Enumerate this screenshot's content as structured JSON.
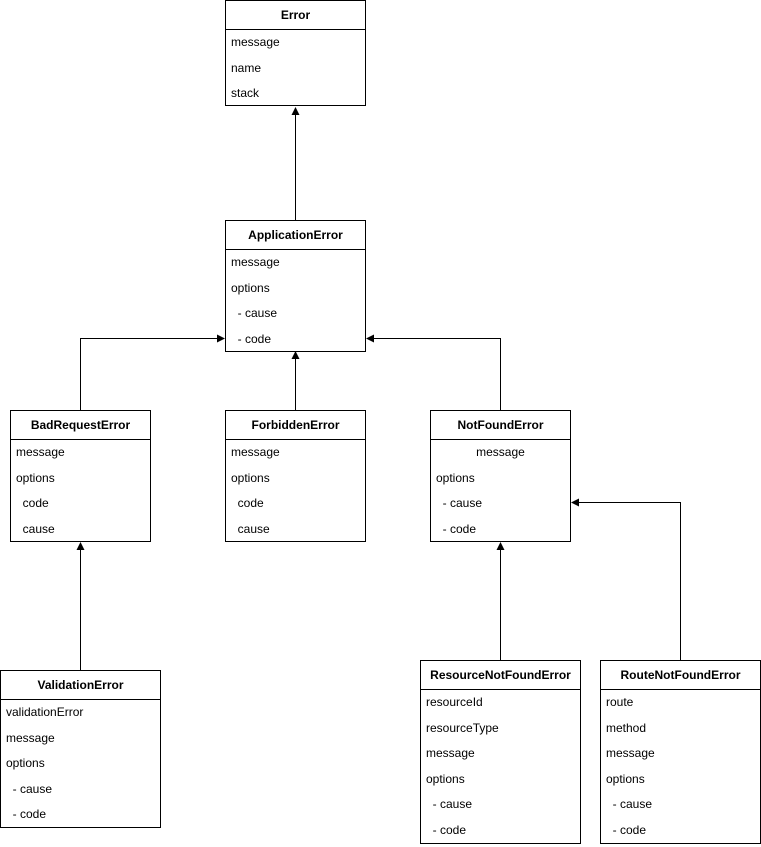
{
  "classes": {
    "error": {
      "name": "Error",
      "attrs": [
        "message",
        "name",
        "stack"
      ]
    },
    "application_error": {
      "name": "ApplicationError",
      "attrs": [
        "message",
        "options",
        "  - cause",
        "  - code"
      ]
    },
    "bad_request_error": {
      "name": "BadRequestError",
      "attrs": [
        "message",
        "options",
        "  code",
        "  cause"
      ]
    },
    "forbidden_error": {
      "name": "ForbiddenError",
      "attrs": [
        "message",
        "options",
        "  code",
        "  cause"
      ]
    },
    "not_found_error": {
      "name": "NotFoundError",
      "attrs": [
        "message",
        "options",
        "  - cause",
        "  - code"
      ]
    },
    "validation_error": {
      "name": "ValidationError",
      "attrs": [
        "validationError",
        "message",
        "options",
        "  - cause",
        "  - code"
      ]
    },
    "resource_not_found_error": {
      "name": "ResourceNotFoundError",
      "attrs": [
        "resourceId",
        "resourceType",
        "message",
        "options",
        "  - cause",
        "  - code"
      ]
    },
    "route_not_found_error": {
      "name": "RouteNotFoundError",
      "attrs": [
        "route",
        "method",
        "message",
        "options",
        "  - cause",
        "  - code"
      ]
    }
  }
}
